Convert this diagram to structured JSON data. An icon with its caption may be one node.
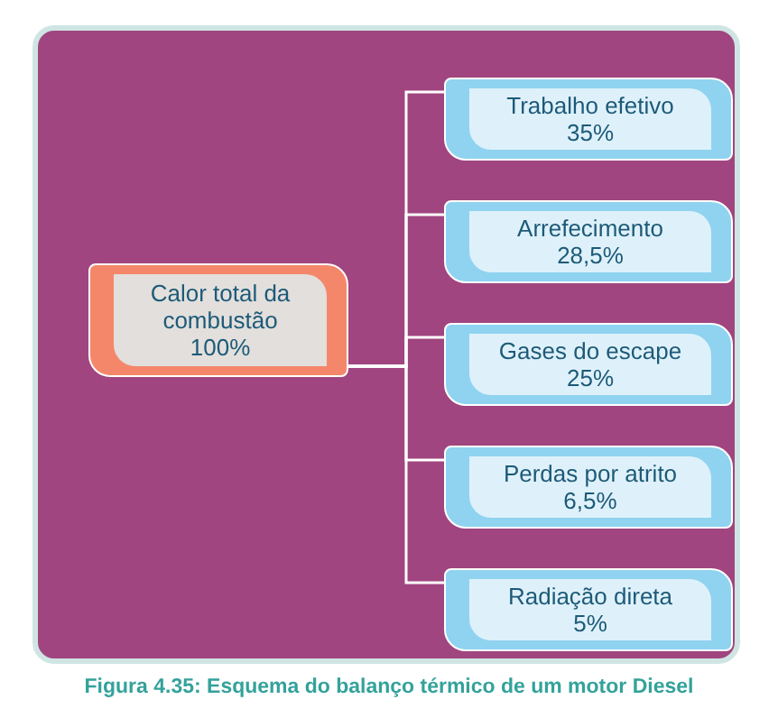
{
  "diagram": {
    "caption": "Figura 4.35: Esquema do balanço térmico de um motor Diesel",
    "nodes": [
      {
        "text": [
          "Calor total da combustão",
          "100%"
        ]
      },
      {
        "text": [
          "Trabalho efetivo",
          "35%"
        ]
      },
      {
        "text": [
          "Arrefecimento",
          "28,5%"
        ]
      },
      {
        "text": [
          "Gases do escape",
          "25%"
        ]
      },
      {
        "text": [
          "Perdas por atrito",
          "6,5%"
        ]
      },
      {
        "text": [
          "Radiação direta",
          "5%"
        ]
      }
    ],
    "edges": [
      {
        "from": 0,
        "to": 1,
        "arrow": "none"
      },
      {
        "from": 0,
        "to": 2,
        "arrow": "none"
      },
      {
        "from": 0,
        "to": 3,
        "arrow": "none"
      },
      {
        "from": 0,
        "to": 4,
        "arrow": "none"
      },
      {
        "from": 0,
        "to": 5,
        "arrow": "none"
      }
    ]
  }
}
